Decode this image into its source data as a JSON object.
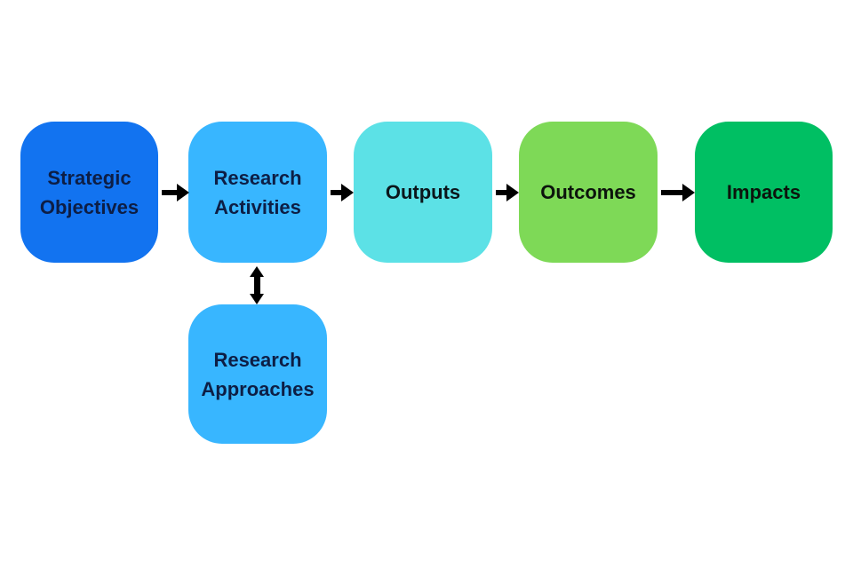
{
  "diagram": {
    "type": "flowchart",
    "background": "#ffffff",
    "arrow_color": "#000000",
    "nodes": [
      {
        "id": "strategic-objectives",
        "label": "Strategic Objectives",
        "fill": "#1273F0",
        "text_color": "#0d1e45"
      },
      {
        "id": "research-activities",
        "label": "Research Activities",
        "fill": "#38B6FF",
        "text_color": "#0d1e45"
      },
      {
        "id": "outputs",
        "label": "Outputs",
        "fill": "#5CE1E6",
        "text_color": "#0b161b"
      },
      {
        "id": "outcomes",
        "label": "Outcomes",
        "fill": "#7ED957",
        "text_color": "#0c140c"
      },
      {
        "id": "impacts",
        "label": "Impacts",
        "fill": "#00BF63",
        "text_color": "#0c140c"
      },
      {
        "id": "research-approaches",
        "label": "Research Approaches",
        "fill": "#38B6FF",
        "text_color": "#0d1e45"
      }
    ],
    "connectors": [
      {
        "from": "strategic-objectives",
        "to": "research-activities",
        "style": "single-headed-right"
      },
      {
        "from": "research-activities",
        "to": "outputs",
        "style": "single-headed-right"
      },
      {
        "from": "outputs",
        "to": "outcomes",
        "style": "single-headed-right"
      },
      {
        "from": "outcomes",
        "to": "impacts",
        "style": "single-headed-right"
      },
      {
        "from": "research-activities",
        "to": "research-approaches",
        "style": "double-headed-vertical"
      }
    ]
  }
}
